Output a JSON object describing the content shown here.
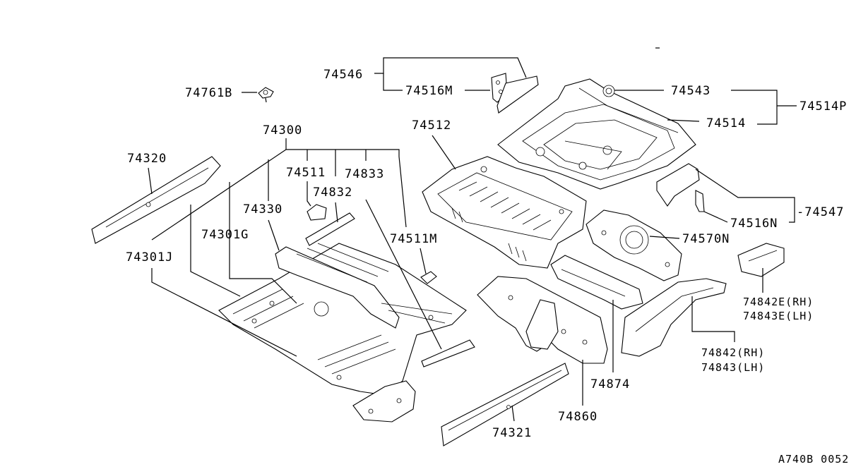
{
  "diagram": {
    "reference": "A740B 0052",
    "labels": {
      "p74761B": "74761B",
      "p74546": "74546",
      "p74516M": "74516M",
      "p74543": "74543",
      "p74514P": "74514P",
      "p74514": "74514",
      "p74300": "74300",
      "p74320": "74320",
      "p74512": "74512",
      "p74511": "74511",
      "p74833": "74833",
      "p74832": "74832",
      "p74330": "74330",
      "p74301G": "74301G",
      "p74301J": "74301J",
      "p74511M": "74511M",
      "p74547": "-74547",
      "p74516N": "74516N",
      "p74570N": "74570N",
      "p74842E": "74842E(RH)",
      "p74843E": "74843E(LH)",
      "p74842": "74842(RH)",
      "p74843": "74843(LH)",
      "p74874": "74874",
      "p74860": "74860",
      "p74321": "74321"
    }
  }
}
